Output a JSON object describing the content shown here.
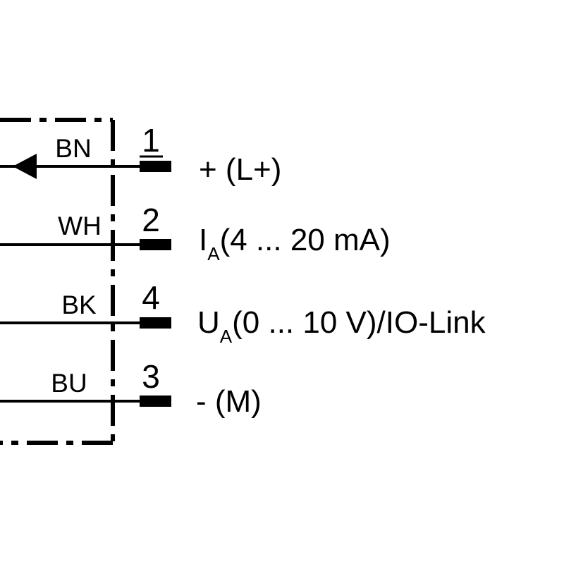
{
  "wires": [
    {
      "color_code": "BN",
      "pin": "1",
      "signal": "+ (L+)",
      "signal_sub": "",
      "signal_rest": "",
      "arrow": true
    },
    {
      "color_code": "WH",
      "pin": "2",
      "signal": "I",
      "signal_sub": "A",
      "signal_rest": "(4 ... 20 mA)",
      "arrow": false
    },
    {
      "color_code": "BK",
      "pin": "4",
      "signal": "U",
      "signal_sub": "A",
      "signal_rest": "(0 ... 10 V)/IO-Link",
      "arrow": false
    },
    {
      "color_code": "BU",
      "pin": "3",
      "signal": "- (M)",
      "signal_sub": "",
      "signal_rest": "",
      "arrow": false
    }
  ],
  "colors": {
    "line": "#000000",
    "background": "#ffffff"
  }
}
